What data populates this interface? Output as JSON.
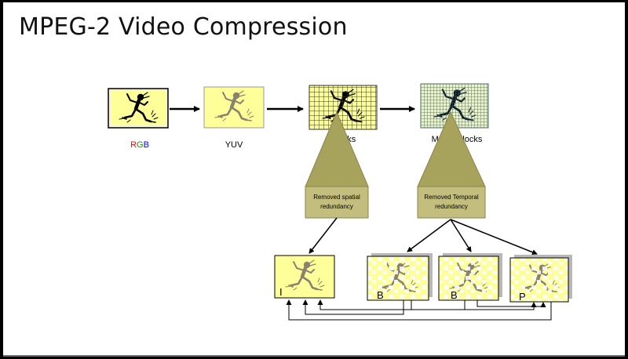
{
  "title": "MPEG-2 Video Compression",
  "stages": {
    "rgb": {
      "label_r": "R",
      "label_g": "G",
      "label_b": "B"
    },
    "yuv": {
      "label": "YUV"
    },
    "blocks": {
      "label": "Blocks"
    },
    "macro": {
      "label": "Macro blocks"
    }
  },
  "callouts": {
    "spatial": {
      "line1": "Removed spatial",
      "line2": "redundancy"
    },
    "temporal": {
      "line1": "Removed Temporal",
      "line2": "redundancy"
    }
  },
  "frames": [
    {
      "letter": "I"
    },
    {
      "letter": "B"
    },
    {
      "letter": "B"
    },
    {
      "letter": "P"
    }
  ],
  "colors": {
    "frame_fill": "#ffff99",
    "callout_fill": "#a8a35c",
    "callout_box": "#c4be7e",
    "grid": "#3a3a3a",
    "rgb_r": "#ff0000",
    "rgb_g": "#00a000",
    "rgb_b": "#0000ff"
  },
  "icons": [
    "dancing-figure-icon",
    "arrow-right-icon"
  ]
}
